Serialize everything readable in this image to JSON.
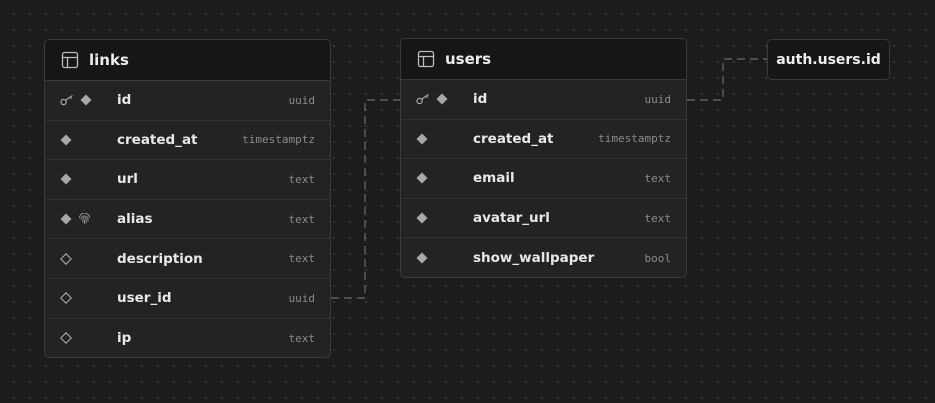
{
  "tables": [
    {
      "name": "links",
      "columns": [
        {
          "name": "id",
          "type": "uuid",
          "icons": [
            "key-icon",
            "diamond-filled-icon"
          ]
        },
        {
          "name": "created_at",
          "type": "timestamptz",
          "icons": [
            "diamond-filled-icon"
          ]
        },
        {
          "name": "url",
          "type": "text",
          "icons": [
            "diamond-filled-icon"
          ]
        },
        {
          "name": "alias",
          "type": "text",
          "icons": [
            "diamond-filled-icon",
            "fingerprint-icon"
          ]
        },
        {
          "name": "description",
          "type": "text",
          "icons": [
            "diamond-outline-icon"
          ]
        },
        {
          "name": "user_id",
          "type": "uuid",
          "icons": [
            "diamond-outline-icon"
          ]
        },
        {
          "name": "ip",
          "type": "text",
          "icons": [
            "diamond-outline-icon"
          ]
        }
      ]
    },
    {
      "name": "users",
      "columns": [
        {
          "name": "id",
          "type": "uuid",
          "icons": [
            "key-icon",
            "diamond-filled-icon"
          ]
        },
        {
          "name": "created_at",
          "type": "timestamptz",
          "icons": [
            "diamond-filled-icon"
          ]
        },
        {
          "name": "email",
          "type": "text",
          "icons": [
            "diamond-filled-icon"
          ]
        },
        {
          "name": "avatar_url",
          "type": "text",
          "icons": [
            "diamond-filled-icon"
          ]
        },
        {
          "name": "show_wallpaper",
          "type": "bool",
          "icons": [
            "diamond-filled-icon"
          ]
        }
      ]
    }
  ],
  "reference_node": {
    "label": "auth.users.id"
  },
  "relationships": [
    {
      "from": "links.user_id",
      "to": "users.id"
    },
    {
      "from": "users.id",
      "to": "auth.users.id"
    }
  ],
  "colors": {
    "background": "#1c1c1c",
    "card": "#232323",
    "header": "#161616",
    "border": "#3b3b3b",
    "connector": "#6b6b6b",
    "text": "#ededed",
    "type_text": "#8b8b8b"
  }
}
